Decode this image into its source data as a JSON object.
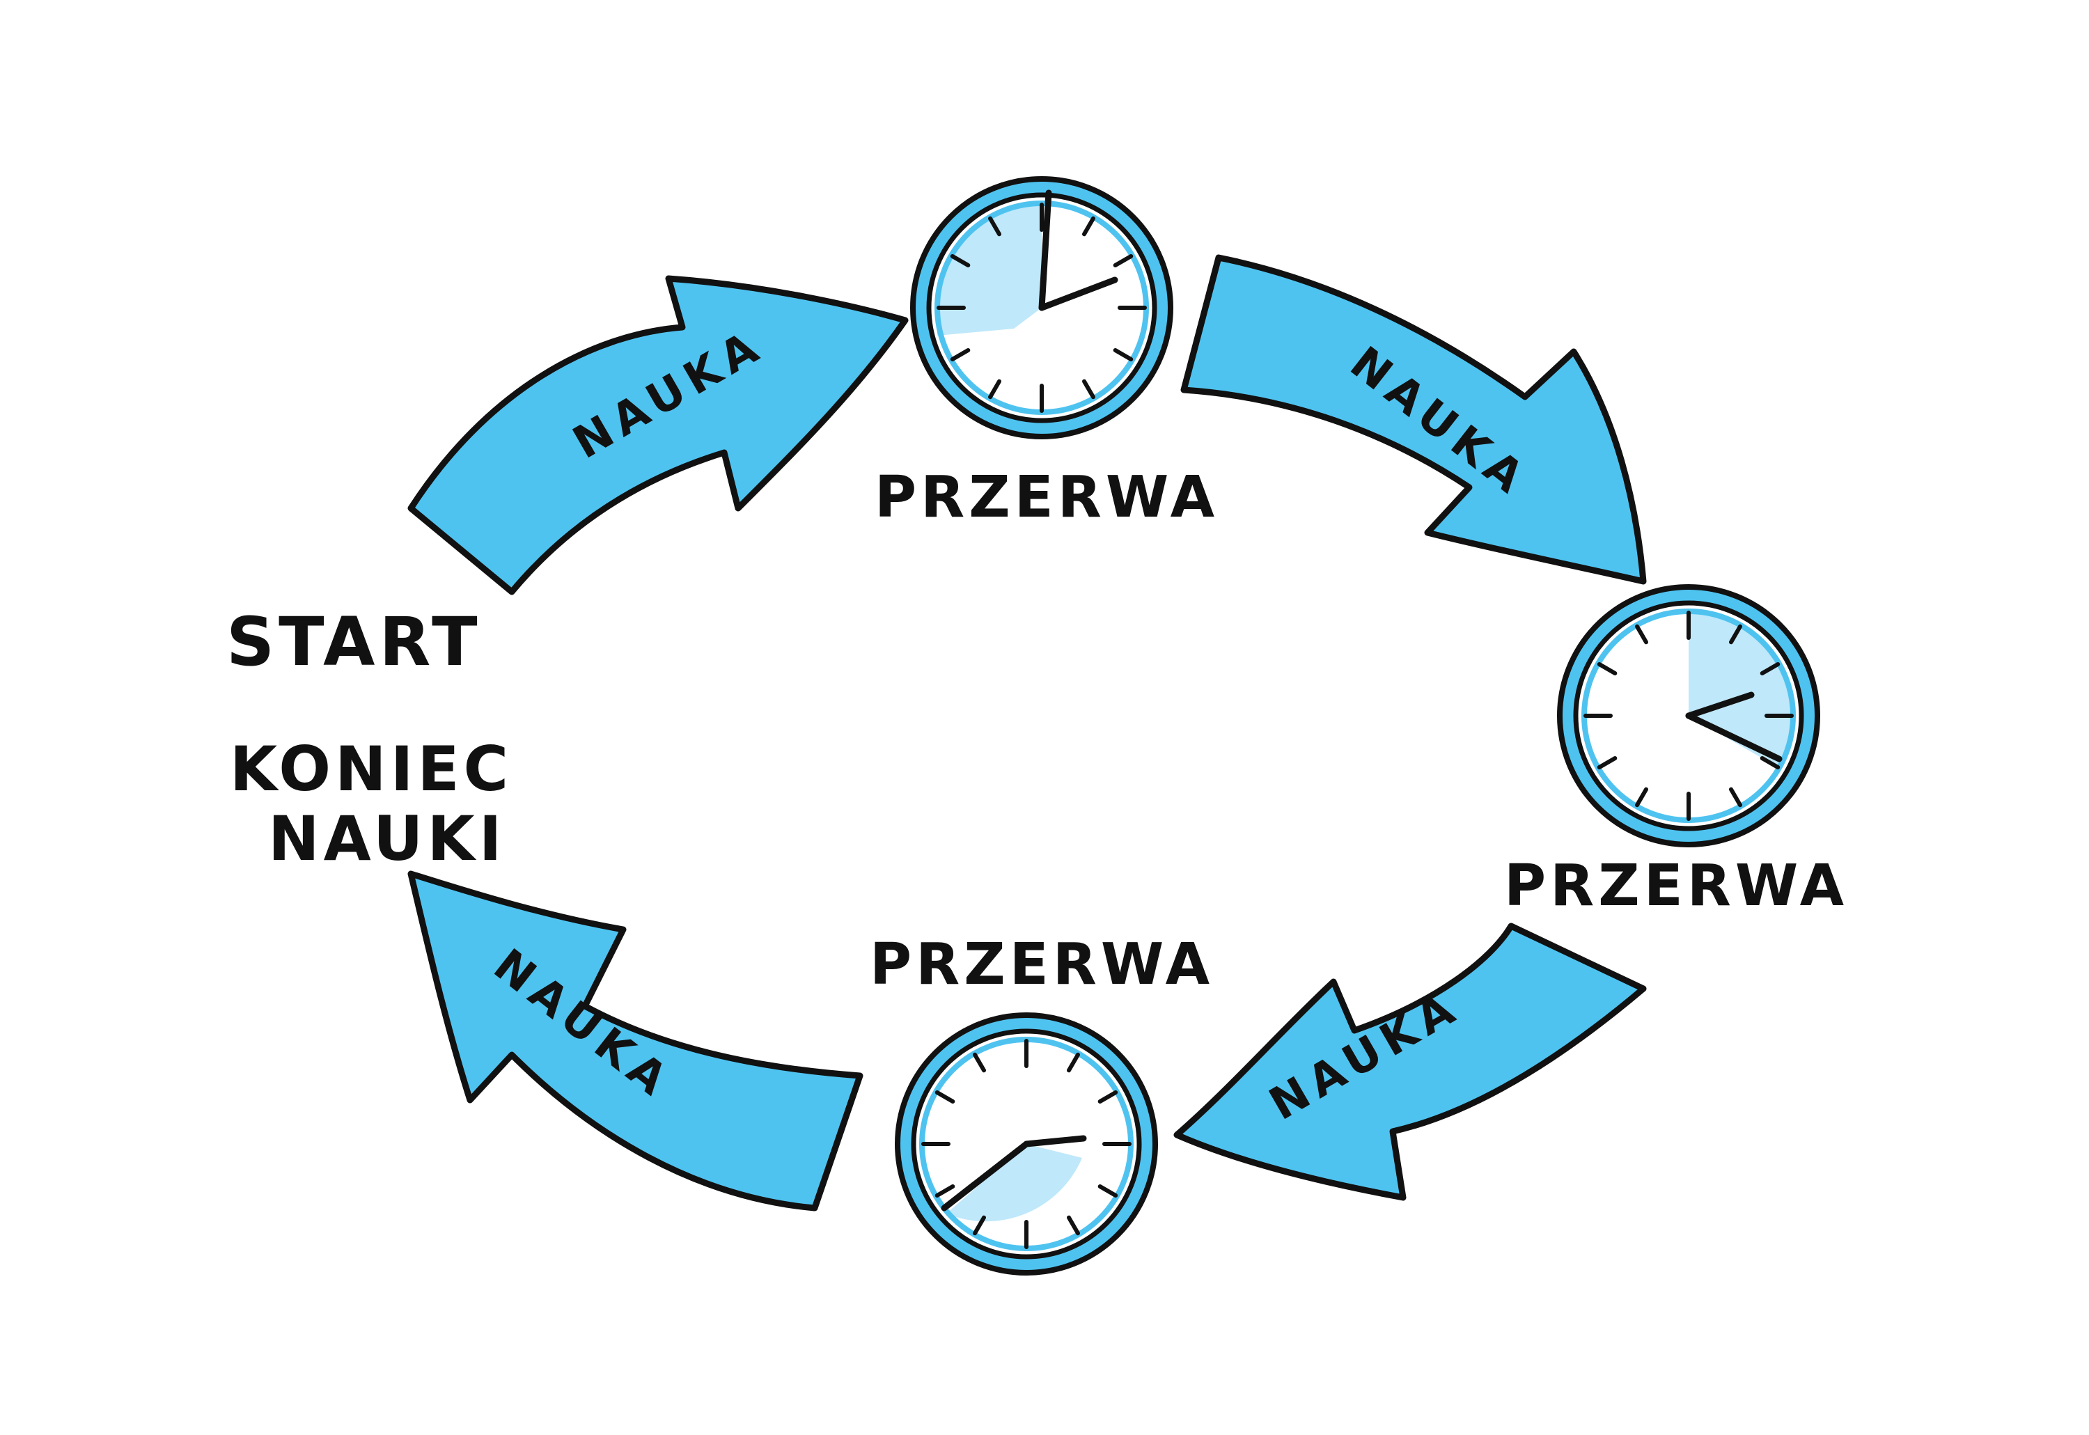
{
  "labels": {
    "start": "START",
    "end_line1": "KONIEC",
    "end_line2": "NAUKI"
  },
  "arrows": [
    {
      "label": "NAUKA"
    },
    {
      "label": "NAUKA"
    },
    {
      "label": "NAUKA"
    },
    {
      "label": "NAUKA"
    }
  ],
  "breaks": [
    {
      "label": "PRZERWA",
      "icon": "clock-icon"
    },
    {
      "label": "PRZERWA",
      "icon": "clock-icon"
    },
    {
      "label": "PRZERWA",
      "icon": "clock-icon"
    }
  ],
  "colors": {
    "arrow_fill": "#4fc3f0",
    "clock_highlight": "#bfe8fa",
    "outline": "#111111",
    "background": "#ffffff"
  }
}
